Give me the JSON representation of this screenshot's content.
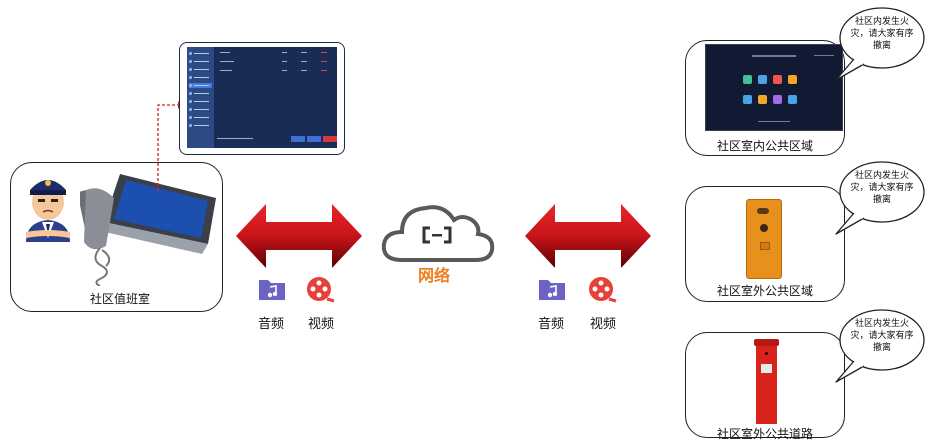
{
  "nodes": {
    "duty_room": "社区值班室",
    "indoor_public": "社区室内公共区域",
    "outdoor_public": "社区室外公共区域",
    "outdoor_road": "社区室外公共道路",
    "network": "网络"
  },
  "media": {
    "left_audio": "音频",
    "left_video": "视频",
    "right_audio": "音频",
    "right_video": "视频"
  },
  "bubbles": {
    "indoor": "社区内发生火灾，请大家有序撤离",
    "outdoor": "社区内发生火灾，请大家有序撤离",
    "road": "社区内发生火灾，请大家有序撤离"
  },
  "colors": {
    "arrow_red": "#c8141a",
    "network_orange": "#f07d1e",
    "cloud_stroke": "#5a5a5a",
    "audio_icon": "#6c63c7",
    "video_icon": "#e8413a"
  }
}
